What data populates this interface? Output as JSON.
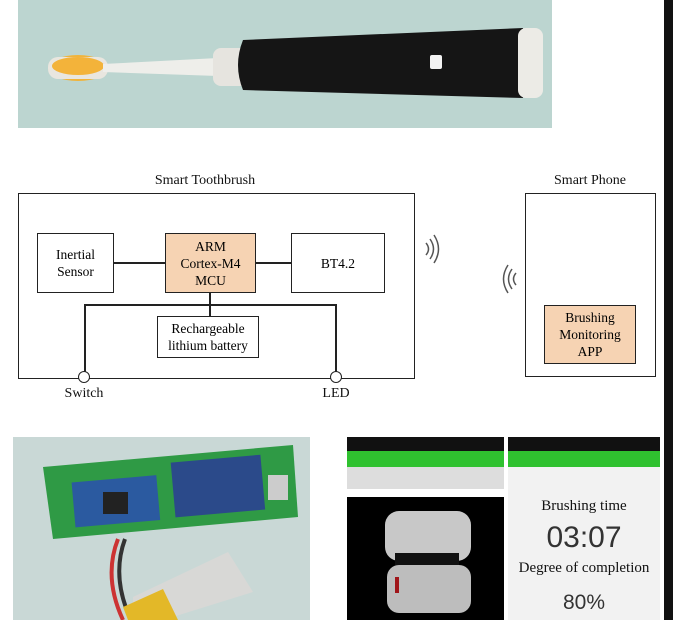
{
  "diagram": {
    "toothbrush_title": "Smart Toothbrush",
    "phone_title": "Smart Phone",
    "inertial_sensor": "Inertial Sensor",
    "mcu": "ARM Cortex-M4 MCU",
    "bt": "BT4.2",
    "battery": "Rechargeable lithium battery",
    "switch": "Switch",
    "led": "LED",
    "app": "Brushing Monitoring APP"
  },
  "app_screen": {
    "brushing_time_label": "Brushing time",
    "brushing_time": "03:07",
    "completion_label": "Degree of completion",
    "completion": "80%"
  },
  "colors": {
    "peach": "#f6d3b3",
    "app_green": "#2fc12f"
  }
}
